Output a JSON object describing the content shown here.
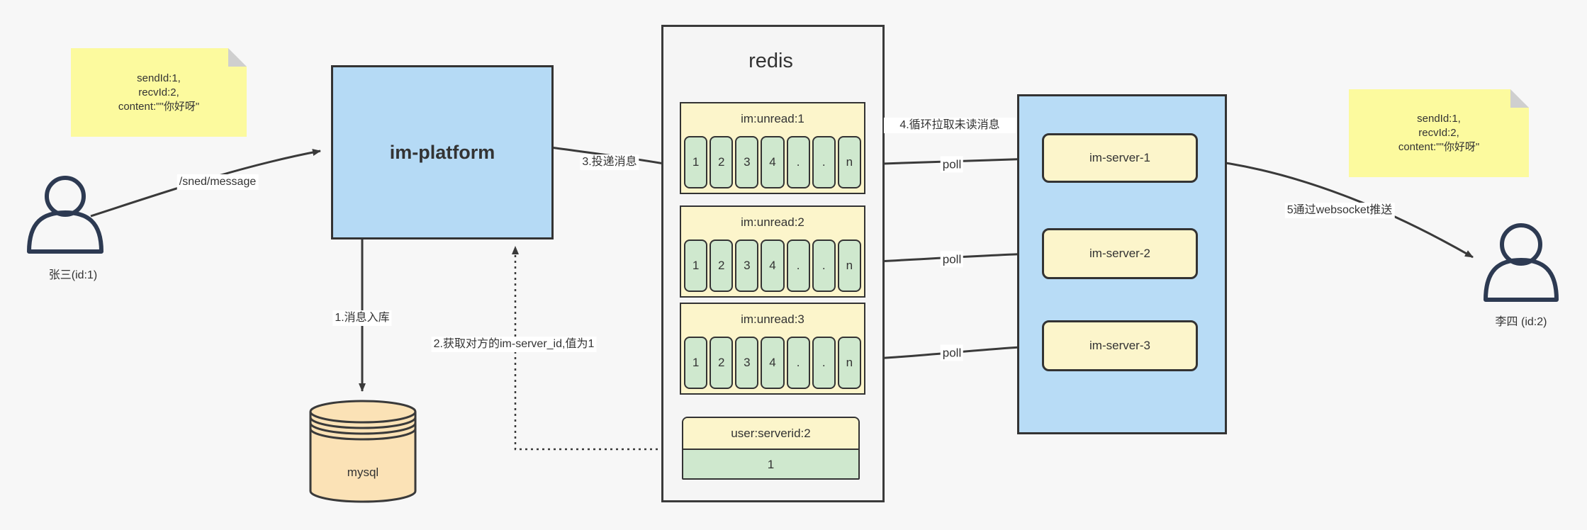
{
  "notes": {
    "left": {
      "lines": [
        "sendId:1,",
        "recvId:2,",
        "content:\"\"你好呀\""
      ]
    },
    "right": {
      "lines": [
        "sendId:1,",
        "recvId:2,",
        "content:\"\"你好呀\""
      ]
    }
  },
  "actors": {
    "sender": {
      "label": "张三(id:1)"
    },
    "receiver": {
      "label": "李四 (id:2)"
    }
  },
  "platform": {
    "label": "im-platform"
  },
  "database": {
    "label": "mysql"
  },
  "redis": {
    "title": "redis",
    "queues": [
      {
        "header": "im:unread:1",
        "cells": [
          "1",
          "2",
          "3",
          "4",
          ".",
          ".",
          "n"
        ]
      },
      {
        "header": "im:unread:2",
        "cells": [
          "1",
          "2",
          "3",
          "4",
          ".",
          ".",
          "n"
        ]
      },
      {
        "header": "im:unread:3",
        "cells": [
          "1",
          "2",
          "3",
          "4",
          ".",
          ".",
          "n"
        ]
      }
    ],
    "kv": {
      "header": "user:serverid:2",
      "value": "1"
    }
  },
  "servers": {
    "items": [
      {
        "label": "im-server-1"
      },
      {
        "label": "im-server-2"
      },
      {
        "label": "im-server-3"
      }
    ]
  },
  "edges": {
    "send": "/sned/message",
    "step1": "1.消息入库",
    "step2": "2.获取对方的im-server_id,值为1",
    "step3": "3.投递消息",
    "step4": "4.循环拉取未读消息",
    "step5": "5通过websocket推送",
    "poll1": "poll",
    "poll2": "poll",
    "poll3": "poll"
  },
  "colors": {
    "background": "#f7f7f7",
    "note_yellow": "#fcfa9e",
    "platform_blue": "#b5daf5",
    "server_group_blue": "#b8dcf6",
    "cell_green": "#cfe8ce",
    "box_yellow": "#fcf5cb",
    "db_peach": "#fbe2b6",
    "line_dark": "#3a3a3a",
    "person_navy": "#2d3a52"
  }
}
